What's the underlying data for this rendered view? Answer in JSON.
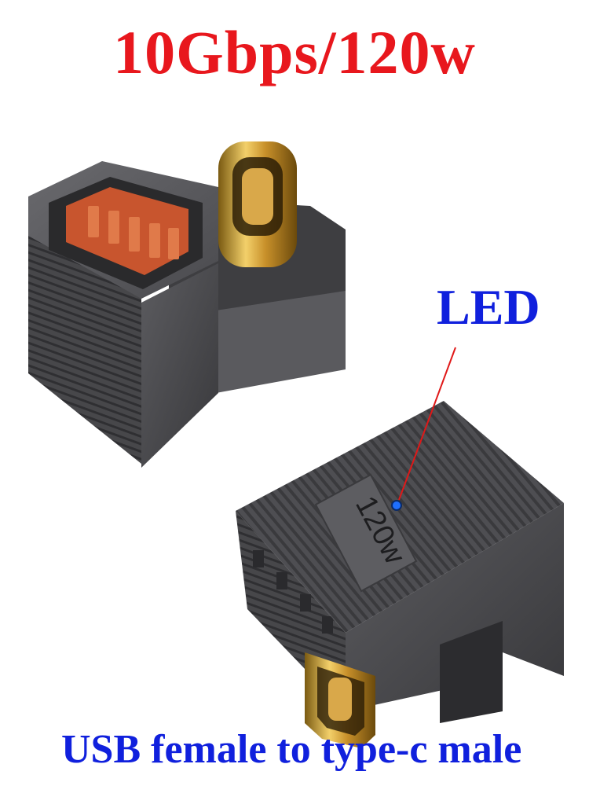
{
  "headline": "10Gbps/120w",
  "led_label": "LED",
  "adapter_marking": "120w",
  "caption": "USB female to type-c male",
  "colors": {
    "headline": "#e8171d",
    "labels": "#1020dd",
    "led_pointer": "#e01818",
    "led_light": "#1e6fff",
    "housing": "#4a4a4c",
    "usb_port_insert": "#c8552e",
    "usb_c_plug": "#d4a23a"
  }
}
